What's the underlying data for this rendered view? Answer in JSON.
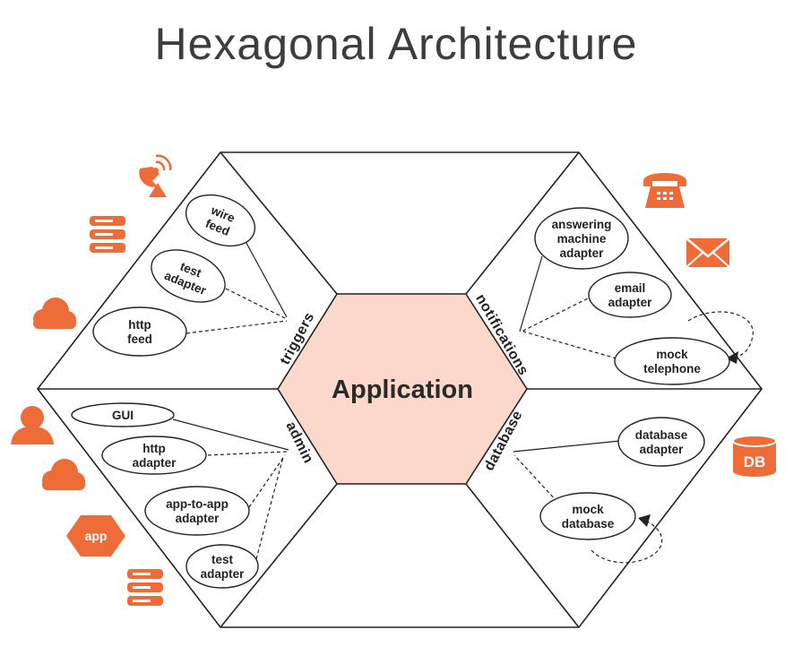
{
  "title": "Hexagonal Architecture",
  "core": {
    "label": "Application"
  },
  "ports": {
    "triggers": "triggers",
    "notifications": "notifications",
    "admin": "admin",
    "database": "database"
  },
  "adapters": {
    "triggers": [
      {
        "lines": [
          "wire",
          "feed"
        ]
      },
      {
        "lines": [
          "test",
          "adapter"
        ]
      },
      {
        "lines": [
          "http",
          "feed"
        ]
      }
    ],
    "notifications": [
      {
        "lines": [
          "answering",
          "machine",
          "adapter"
        ]
      },
      {
        "lines": [
          "email",
          "adapter"
        ]
      },
      {
        "lines": [
          "mock",
          "telephone"
        ]
      }
    ],
    "admin": [
      {
        "lines": [
          "GUI"
        ]
      },
      {
        "lines": [
          "http",
          "adapter"
        ]
      },
      {
        "lines": [
          "app-to-app",
          "adapter"
        ]
      },
      {
        "lines": [
          "test",
          "adapter"
        ]
      }
    ],
    "database": [
      {
        "lines": [
          "database",
          "adapter"
        ]
      },
      {
        "lines": [
          "mock",
          "database"
        ]
      }
    ]
  },
  "icons": {
    "left": [
      "satellite-dish-icon",
      "server-icon",
      "cloud-icon",
      "user-icon",
      "cloud-icon",
      "app-icon",
      "server-icon"
    ],
    "right": [
      "telephone-icon",
      "envelope-icon",
      "database-icon"
    ],
    "app_badge": "app",
    "db_badge": "DB"
  },
  "colors": {
    "accent": "#ee6c37",
    "core_fill": "#fbd8cb",
    "line": "#222222"
  }
}
